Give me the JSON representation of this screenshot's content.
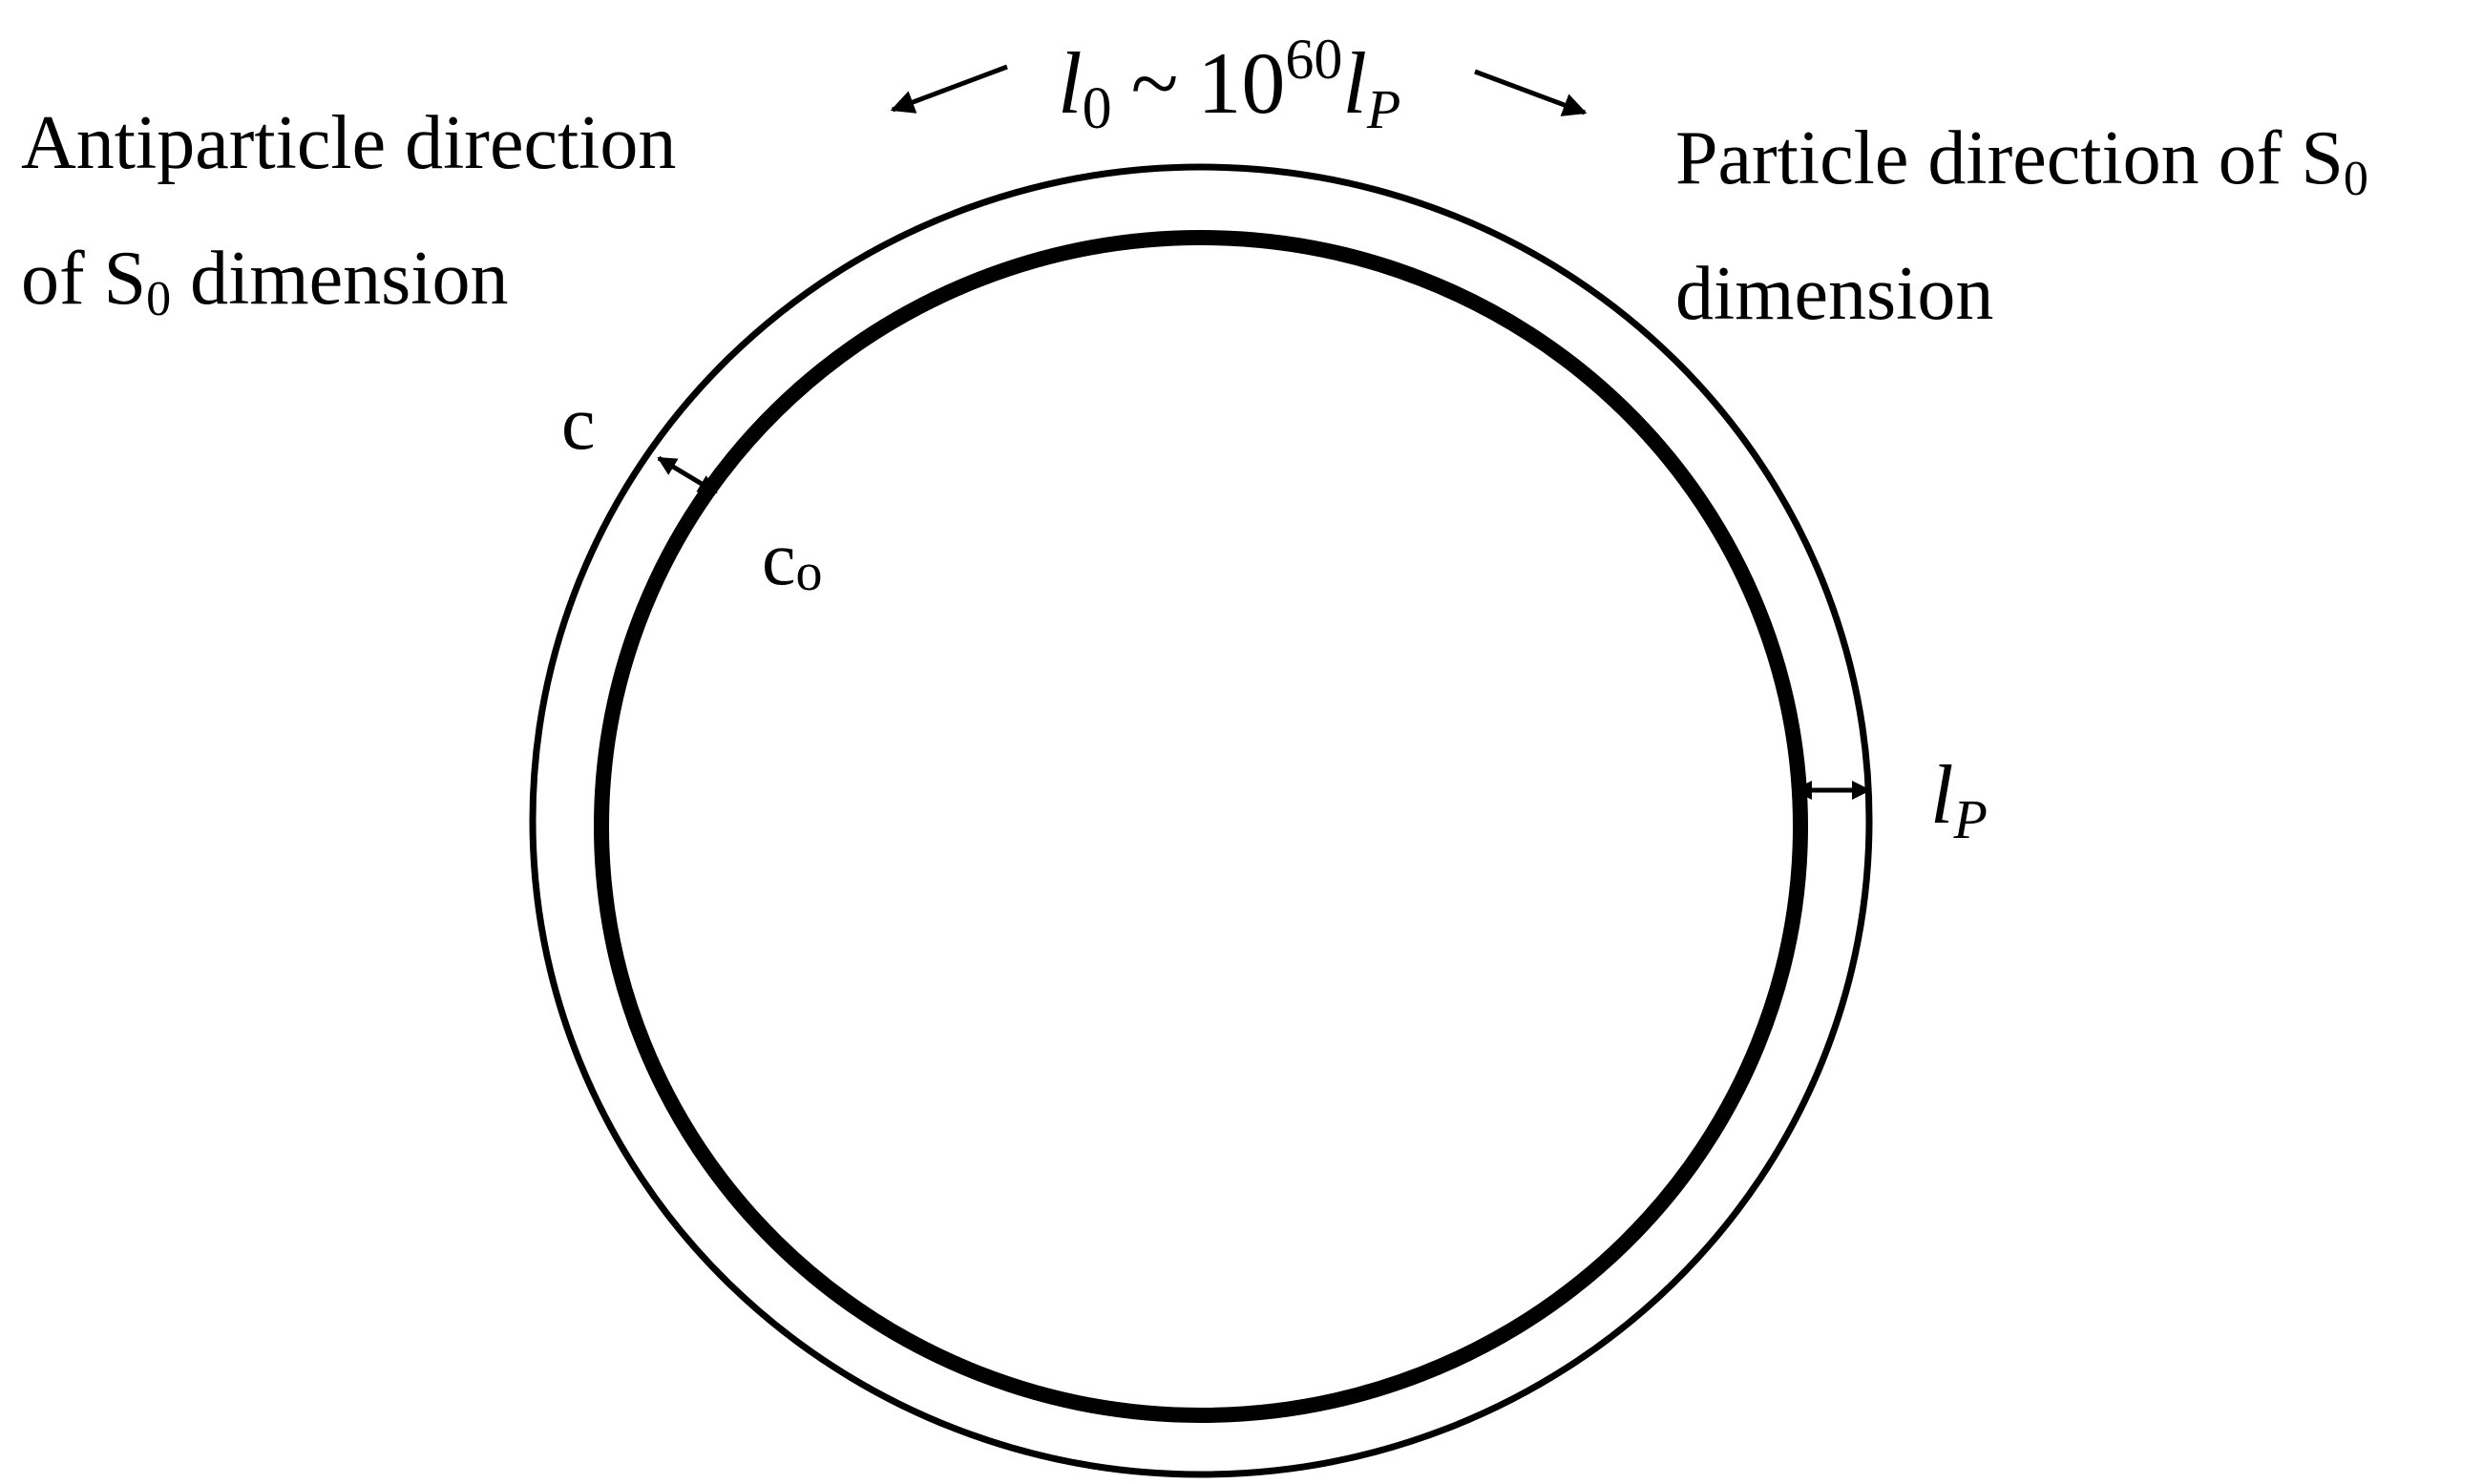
{
  "labels": {
    "scale": {
      "l_symbol": "l",
      "l_subscript": "0",
      "tilde": "~",
      "base": "10",
      "exponent": "60",
      "lp_symbol": "l",
      "lp_subscript": "P"
    },
    "antiparticle": {
      "line1": "Antiparticle direction",
      "line2_prefix": "of S",
      "line2_subscript": "0",
      "line2_suffix": " dimension"
    },
    "particle": {
      "line1_prefix": "Particle direction of S",
      "line1_subscript": "0",
      "line2": "dimension"
    },
    "outer_circle_label": "c",
    "inner_circle_label_main": "c",
    "inner_circle_label_subscript": "o",
    "gap_label": {
      "symbol": "l",
      "subscript": "P"
    }
  },
  "colors": {
    "ink": "#000000",
    "background": "#ffffff"
  }
}
